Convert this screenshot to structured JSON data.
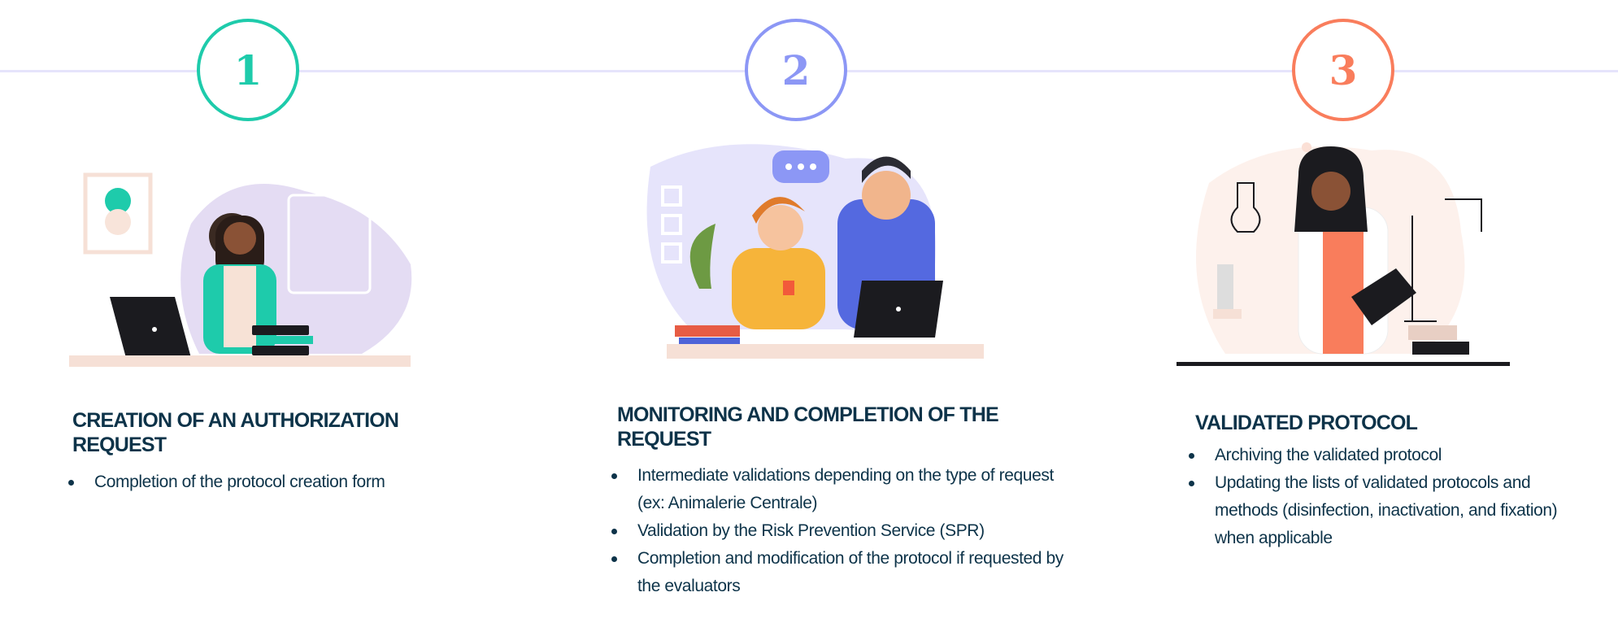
{
  "colors": {
    "line": "#e6e4fb",
    "step1": "#1ecbab",
    "step2": "#8c97f5",
    "step3": "#f97d5c",
    "text": "#0d3349"
  },
  "steps": [
    {
      "number": "1",
      "title": "Creation of an authorization request",
      "bullets": [
        "Completion of the protocol creation form"
      ]
    },
    {
      "number": "2",
      "title": "Monitoring and completion of the request",
      "bullets": [
        "Intermediate validations depending on the type of request (ex: Animalerie Centrale)",
        "Validation by the Risk Prevention Service (SPR)",
        "Completion and modification of the protocol if requested by the evaluators"
      ]
    },
    {
      "number": "3",
      "title": "Validated protocol",
      "bullets": [
        "Archiving the validated protocol",
        "Updating the lists of validated protocols and methods (disinfection, inactivation, and fixation) when applicable"
      ]
    }
  ]
}
